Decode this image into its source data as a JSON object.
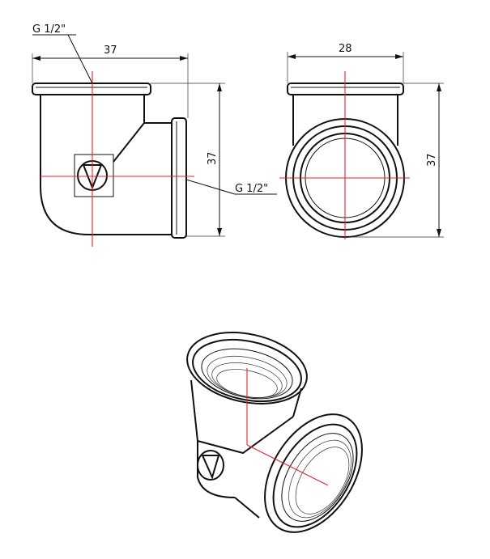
{
  "side_view": {
    "dim_width": "37",
    "dim_height": "37",
    "thread_top": "G 1/2\"",
    "thread_side": "G 1/2\""
  },
  "end_view": {
    "dim_width": "28",
    "dim_height": "37"
  },
  "colors": {
    "line": "#111111",
    "axis": "#e8232a",
    "background": "#ffffff"
  }
}
